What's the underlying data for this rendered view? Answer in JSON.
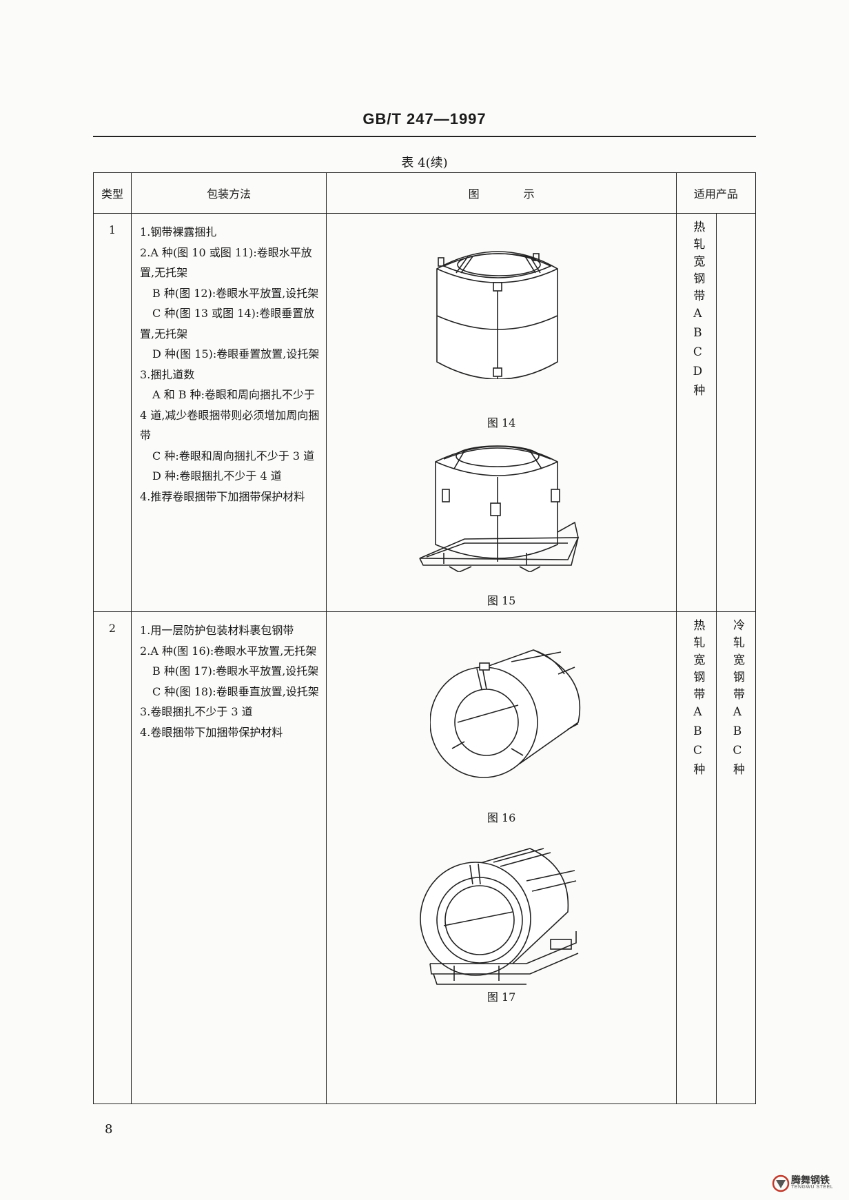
{
  "header": {
    "standard": "GB/T 247—1997"
  },
  "caption": "表 4(续)",
  "table": {
    "headers": {
      "type": "类型",
      "method": "包装方法",
      "figure": "图　　　　示",
      "products": "适用产品"
    },
    "rows": [
      {
        "type": "1",
        "method": [
          {
            "text": "1.钢带裸露捆扎",
            "indent": false
          },
          {
            "text": "2.A 种(图 10 或图 11):卷眼水平放置,无托架",
            "indent": false
          },
          {
            "text": "B 种(图 12):卷眼水平放置,设托架",
            "indent": true
          },
          {
            "text": "C 种(图 13 或图 14):卷眼垂置放置,无托架",
            "indent": true
          },
          {
            "text": "D 种(图 15):卷眼垂置放置,设托架",
            "indent": true
          },
          {
            "text": "3.捆扎道数",
            "indent": false
          },
          {
            "text": "A 和 B 种:卷眼和周向捆扎不少于 4 道,减少卷眼捆带则必须增加周向捆带",
            "indent": true
          },
          {
            "text": "C 种:卷眼和周向捆扎不少于 3 道",
            "indent": true
          },
          {
            "text": "D 种:卷眼捆扎不少于 4 道",
            "indent": true
          },
          {
            "text": "4.推荐卷眼捆带下加捆带保护材料",
            "indent": false
          }
        ],
        "figures": [
          "图 14",
          "图 15"
        ],
        "product_hot": "热轧宽钢带ABCD种",
        "product_cold": ""
      },
      {
        "type": "2",
        "method": [
          {
            "text": "1.用一层防护包装材料裹包钢带",
            "indent": false
          },
          {
            "text": "2.A 种(图 16):卷眼水平放置,无托架",
            "indent": false
          },
          {
            "text": "B 种(图 17):卷眼水平放置,设托架",
            "indent": true
          },
          {
            "text": "C 种(图 18):卷眼垂直放置,设托架",
            "indent": true
          },
          {
            "text": "3.卷眼捆扎不少于 3 道",
            "indent": false
          },
          {
            "text": "4.卷眼捆带下加捆带保护材料",
            "indent": false
          }
        ],
        "figures": [
          "图 16",
          "图 17"
        ],
        "product_hot": "热轧宽钢带ABC种",
        "product_cold": "冷轧宽钢带ABC种"
      }
    ]
  },
  "page_number": "8",
  "logo": {
    "name": "腾舞钢铁",
    "en": "TENGWU STEEL",
    "icon": "tengwu-logo-icon"
  }
}
